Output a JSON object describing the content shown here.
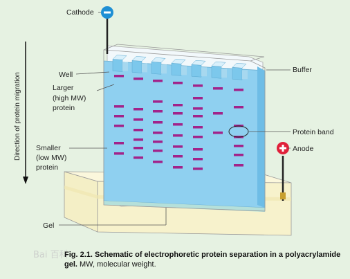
{
  "labels": {
    "cathode": "Cathode",
    "anode": "Anode",
    "buffer": "Buffer",
    "well": "Well",
    "larger_1": "Larger",
    "larger_2": "(high MW)",
    "larger_3": "protein",
    "smaller_1": "Smaller",
    "smaller_2": "(low MW)",
    "smaller_3": "protein",
    "gel": "Gel",
    "protein_band": "Protein band",
    "direction": "Direction of protein migration"
  },
  "caption": {
    "figure": "Fig. 2.1.",
    "title": "Schematic of electrophoretic protein separation in a polyacrylamide gel.",
    "detail": "MW, molecular weight."
  },
  "watermark": "Bai 百科",
  "colors": {
    "background": "#e6f2e2",
    "gel": "#8fd0f0",
    "band": "#a2238a",
    "buffer": "#f8f3cc",
    "cathode": "#1e8fd4",
    "anode": "#e0203a"
  }
}
